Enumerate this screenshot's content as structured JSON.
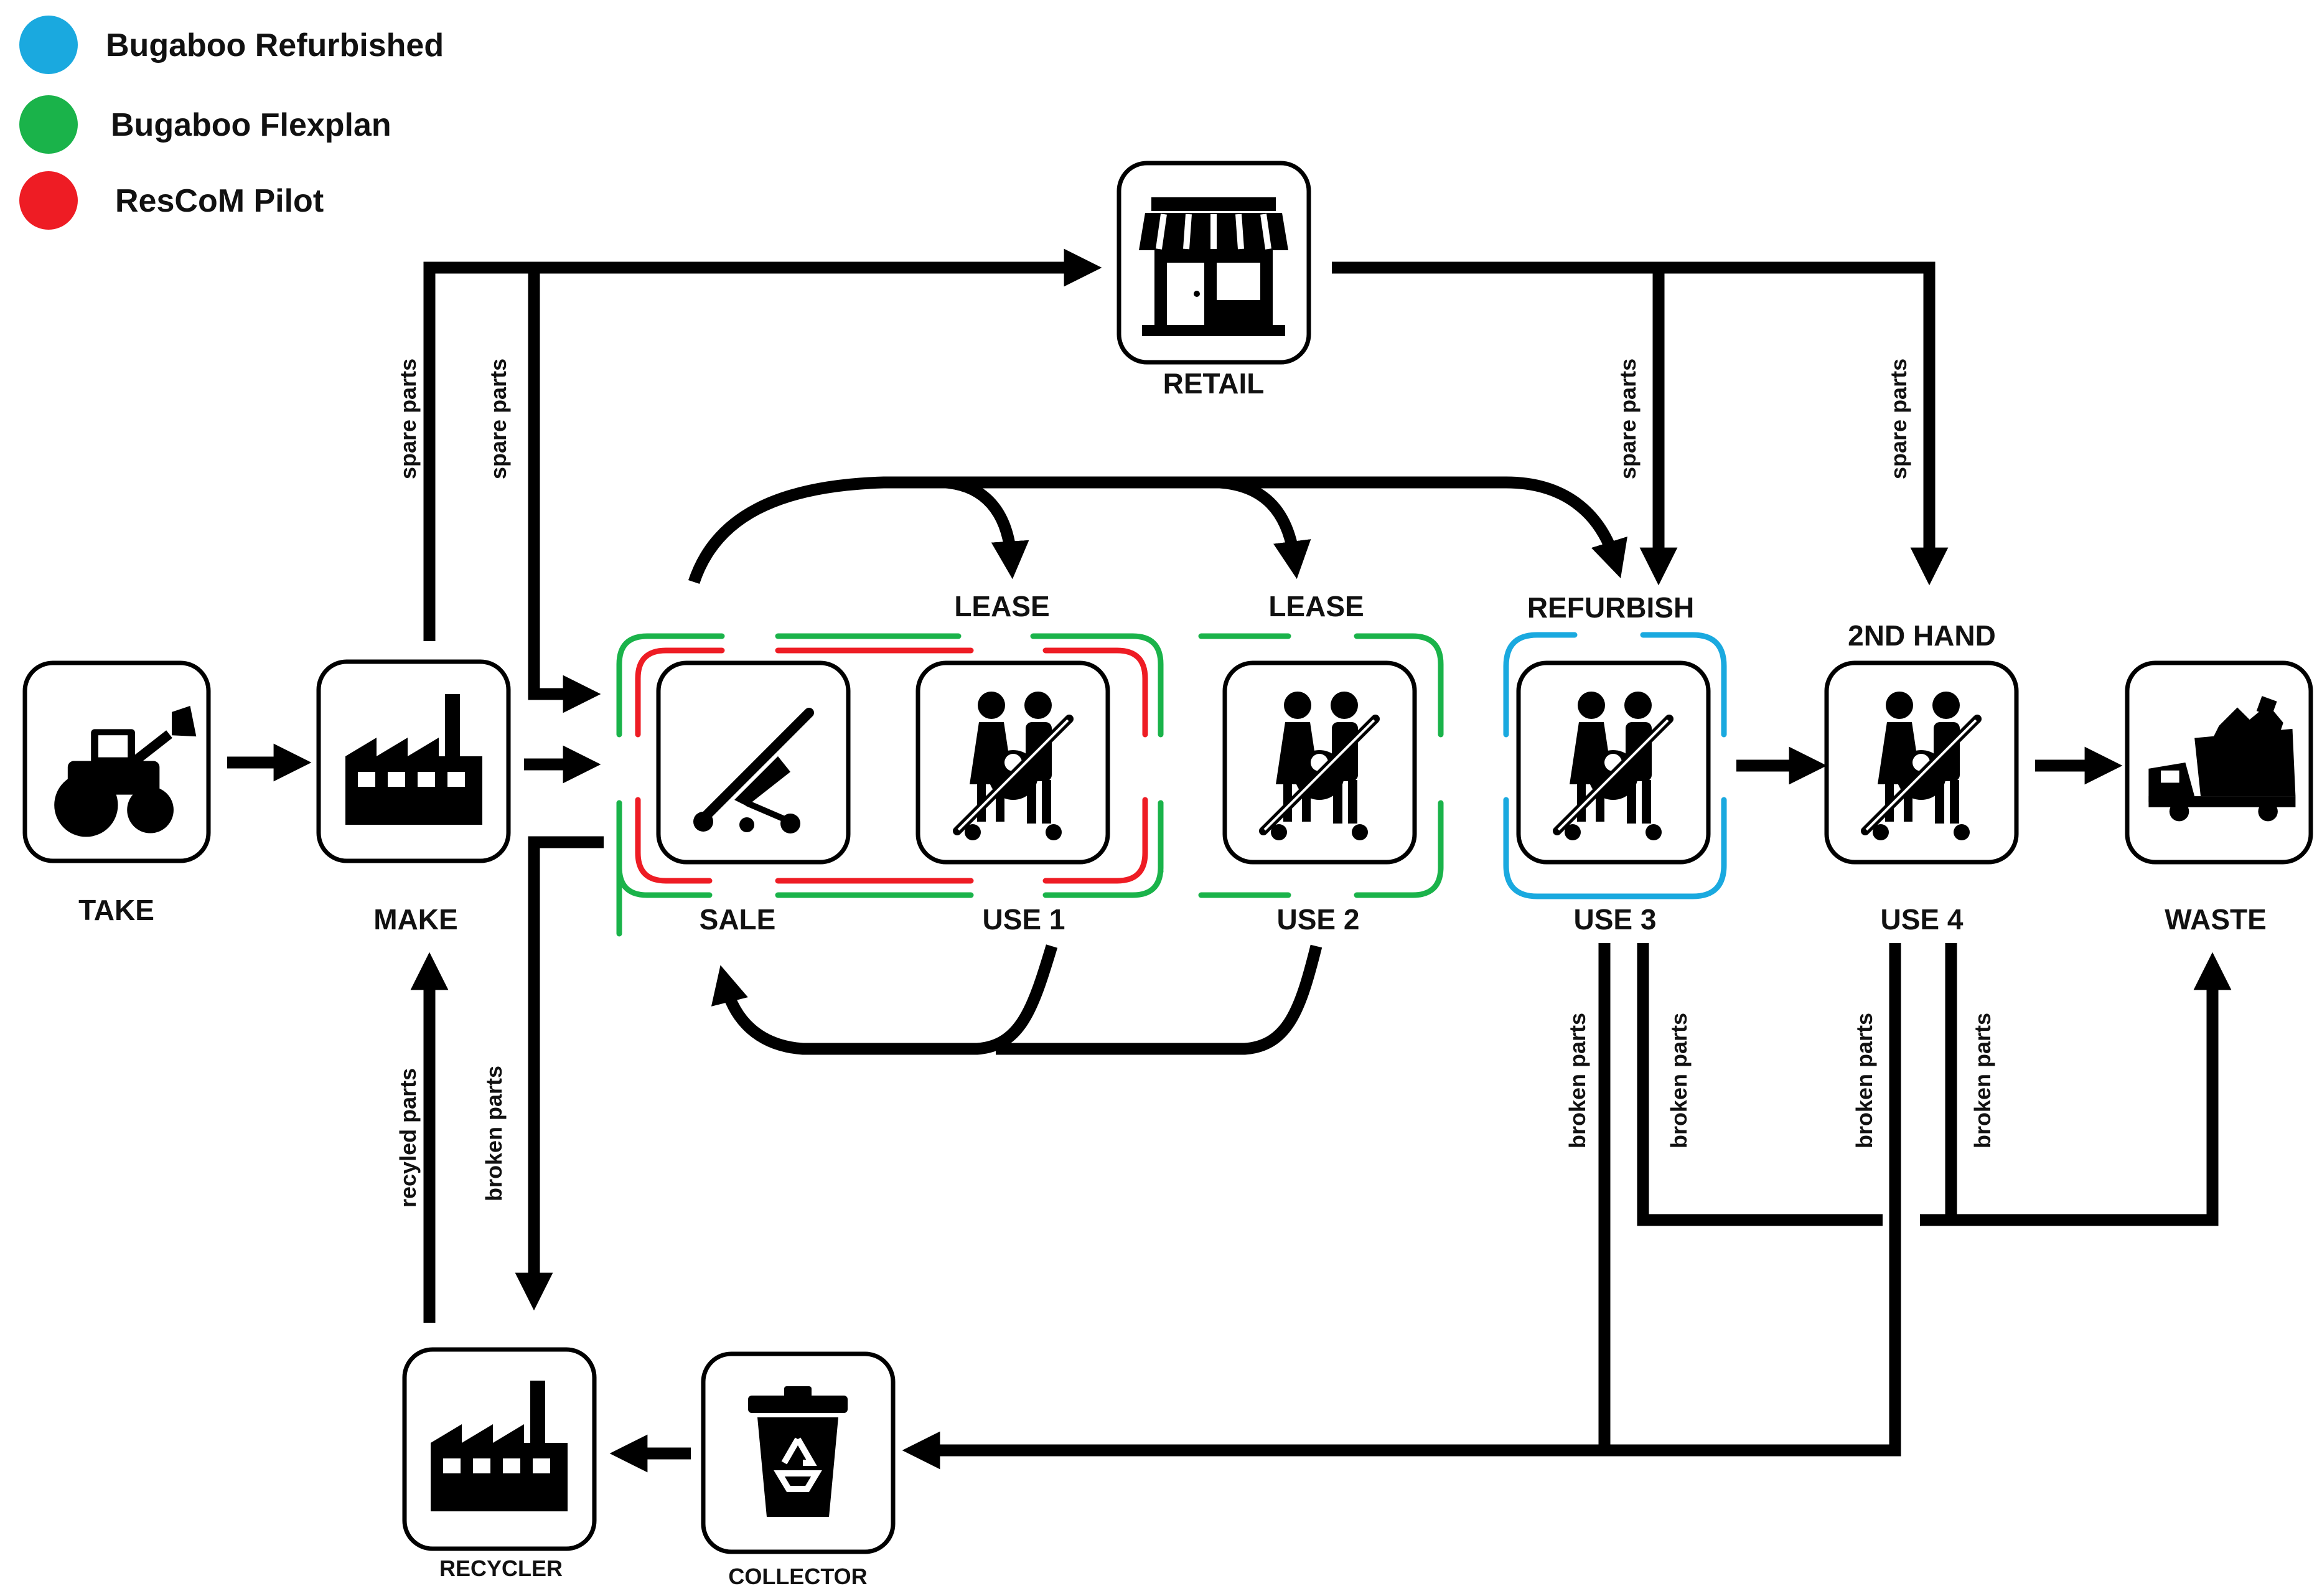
{
  "legend": [
    {
      "label": "Bugaboo Refurbished",
      "color": "#1aa9df"
    },
    {
      "label": "Bugaboo Flexplan",
      "color": "#1ab34a"
    },
    {
      "label": "ResCoM Pilot",
      "color": "#ee1c24"
    }
  ],
  "nodes": {
    "take": {
      "label": "TAKE",
      "icon": "tractor-icon"
    },
    "make": {
      "label": "MAKE",
      "icon": "factory-icon"
    },
    "retail": {
      "label": "RETAIL",
      "icon": "shop-icon"
    },
    "sale": {
      "label": "SALE",
      "icon": "stroller-icon"
    },
    "use1": {
      "label": "USE 1",
      "icon": "family-stroller-icon"
    },
    "use2": {
      "label": "USE 2",
      "icon": "family-stroller-icon"
    },
    "use3": {
      "label": "USE 3",
      "icon": "family-stroller-icon"
    },
    "use4": {
      "label": "USE 4",
      "icon": "family-stroller-icon"
    },
    "waste": {
      "label": "WASTE",
      "icon": "garbage-truck-icon"
    },
    "recycler": {
      "label": "RECYCLER",
      "icon": "factory-icon"
    },
    "collector": {
      "label": "COLLECTOR",
      "icon": "recycle-bin-icon"
    }
  },
  "stage_labels": {
    "lease1": "LEASE",
    "lease2": "LEASE",
    "refurbish": "REFURBISH",
    "second_hand": "2ND HAND"
  },
  "flow_labels": {
    "spare_parts": "spare parts",
    "broken_parts": "broken parts",
    "recycled_parts": "recyled parts"
  }
}
